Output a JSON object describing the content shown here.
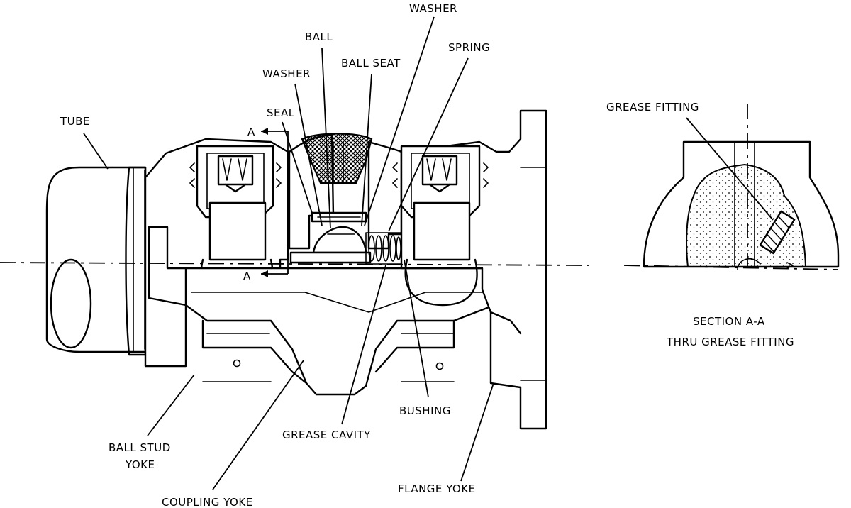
{
  "labels": {
    "washer_top": "WASHER",
    "ball": "BALL",
    "spring": "SPRING",
    "ball_seat": "BALL SEAT",
    "washer": "WASHER",
    "seal": "SEAL",
    "tube": "TUBE",
    "grease_fitting": "GREASE FITTING",
    "section_a_top": "A",
    "section_a_bottom": "A",
    "bushing": "BUSHING",
    "grease_cavity": "GREASE CAVITY",
    "ball_stud_yoke_1": "BALL STUD",
    "ball_stud_yoke_2": "YOKE",
    "coupling_yoke": "COUPLING YOKE",
    "flange_yoke": "FLANGE YOKE",
    "section_title_1": "SECTION A-A",
    "section_title_2": "THRU GREASE FITTING"
  }
}
